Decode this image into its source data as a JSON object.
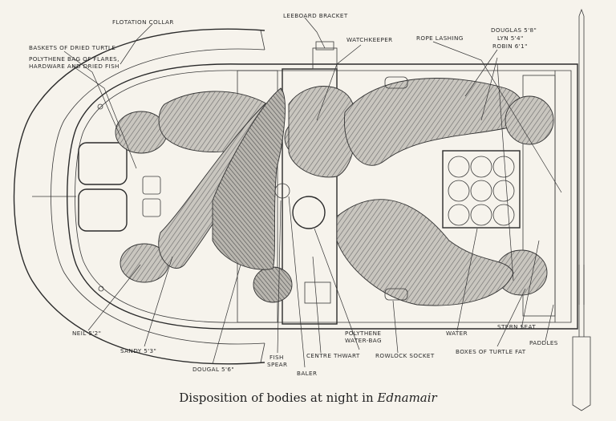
{
  "caption": {
    "text": "Disposition of bodies at night in",
    "boat_name": "Ednamair"
  },
  "labels": {
    "flotation_collar": "Flotation Collar",
    "leeboard_bracket": "Leeboard Bracket",
    "baskets": "Baskets of Dried Turtle",
    "polythene_bag": "Polythene Bag of Flares,",
    "polythene_bag_2": "Hardware and Dried Fish",
    "watchkeeper": "Watchkeeper",
    "rope_lashing": "Rope Lashing",
    "douglas": "Douglas 5'8\"",
    "lyn": "Lyn 5'4\"",
    "robin": "Robin 6'1\"",
    "neil": "Neil 5'2\"",
    "sandy": "Sandy 5'3\"",
    "dougal": "Dougal 5'6\"",
    "fish_spear": "Fish",
    "fish_spear_2": "Spear",
    "baler": "Baler",
    "centre_thwart": "Centre Thwart",
    "polythene_water_bag": "Polythene",
    "polythene_water_bag_2": "Water-Bag",
    "rowlock_socket": "Rowlock Socket",
    "water": "Water",
    "stern_seat": "Stern Seat",
    "paddles": "Paddles",
    "boxes_of_turtle_fat": "Boxes of Turtle Fat"
  }
}
